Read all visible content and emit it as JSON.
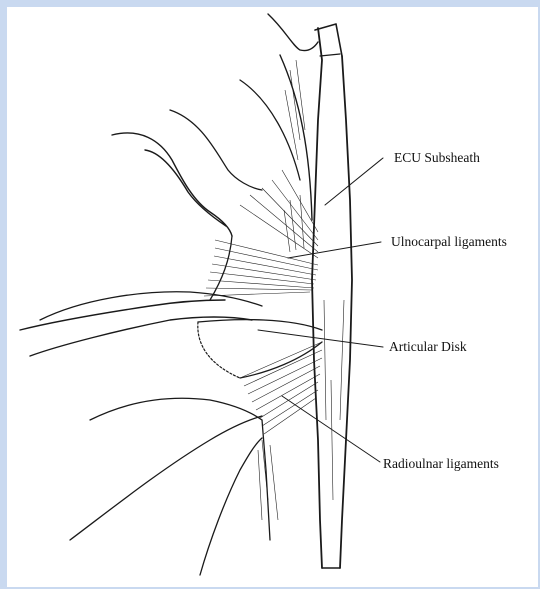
{
  "labels": {
    "ecu_subsheath": "ECU Subsheath",
    "ulnocarpal_ligaments": "Ulnocarpal ligaments",
    "articular_disk": "Articular Disk",
    "radioulnar_ligaments": "Radioulnar ligaments"
  }
}
